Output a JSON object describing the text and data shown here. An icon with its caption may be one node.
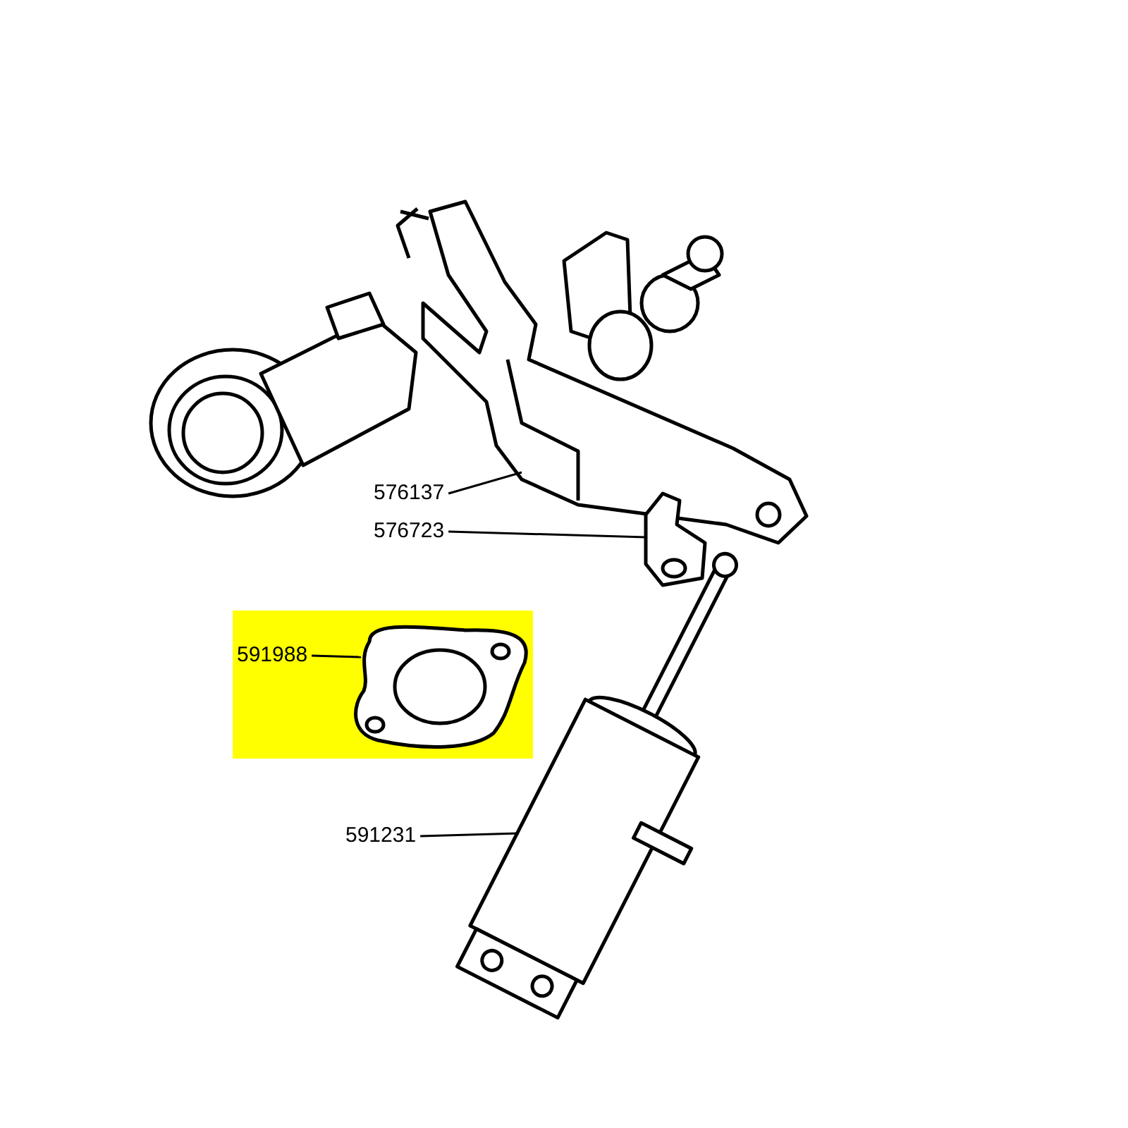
{
  "diagram": {
    "nodes": [
      {
        "text": [
          "576137"
        ]
      },
      {
        "text": [
          "576723"
        ]
      },
      {
        "text": [
          "591988"
        ]
      },
      {
        "text": [
          "591231"
        ]
      },
      {
        "text": [],
        "shape": "picture"
      },
      {
        "text": [],
        "shape": "picture"
      },
      {
        "text": [],
        "shape": "picture"
      },
      {
        "text": [],
        "shape": "picture"
      }
    ],
    "edges": [
      {
        "from": 0,
        "to": 4,
        "arrow": "none"
      },
      {
        "from": 1,
        "to": 5,
        "arrow": "none"
      },
      {
        "from": 2,
        "to": 6,
        "arrow": "none"
      },
      {
        "from": 3,
        "to": 7,
        "arrow": "none"
      }
    ]
  }
}
